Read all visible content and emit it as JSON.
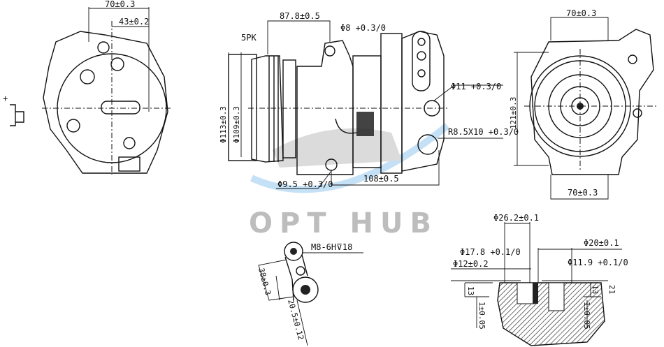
{
  "watermark": "OPT HUB",
  "left_view": {
    "width_dim": "70±0.3",
    "offset_dim": "43±0.2",
    "connector_mark": "+"
  },
  "side_view": {
    "pulley_type": "5PK",
    "pulley_to_mount": "87.8±0.5",
    "top_hole": "Φ8 +0.3/0",
    "pulley_outer": "Φ113±0.3",
    "pulley_inner": "Φ109±0.3",
    "right_hole": "Φ11 +0.3/0",
    "slot": "R8.5X10 +0.3/0",
    "bottom_hole": "Φ9.5 +0.3/0",
    "mount_span": "108±0.5"
  },
  "front_view": {
    "top_width": "70±0.3",
    "height": "121±0.3",
    "bottom_width": "70±0.3"
  },
  "port_detail": {
    "thread": "M8-6H⊽18",
    "dim_a": "38±0.3",
    "dim_b": "20.5±0.12"
  },
  "section_detail": {
    "d1": "Φ26.2±0.1",
    "d2": "Φ17.8 +0.1/0",
    "d3": "Φ12±0.2",
    "d4": "Φ20±0.1",
    "d5": "Φ11.9 +0.1/0",
    "h_left": "13",
    "h_right": "13",
    "h_total": "21",
    "depth_left": "1±0.05",
    "depth_right": "1±0.05"
  }
}
